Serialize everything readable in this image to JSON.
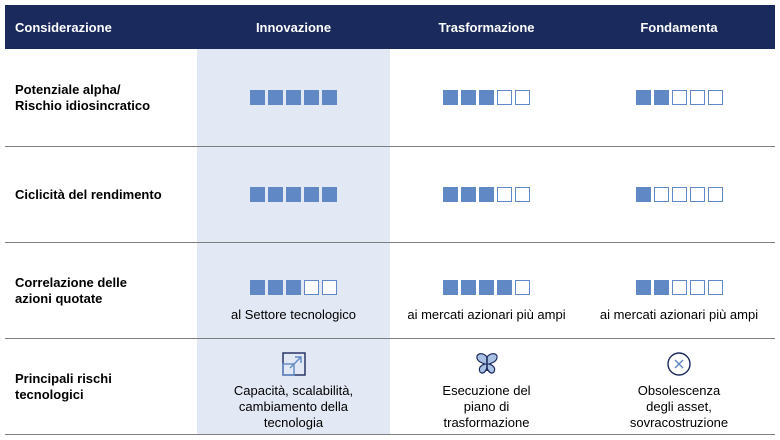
{
  "header": {
    "col0": "Considerazione",
    "col1": "Innovazione",
    "col2": "Trasformazione",
    "col3": "Fondamenta"
  },
  "rows": [
    {
      "label": "Potenziale alpha/\nRischio idiosincratico",
      "ratings": [
        5,
        3,
        2
      ],
      "max": 5
    },
    {
      "label": "Ciclicità del rendimento",
      "ratings": [
        5,
        3,
        1
      ],
      "max": 5
    },
    {
      "label": "Correlazione delle\nazioni quotate",
      "ratings": [
        3,
        4,
        2
      ],
      "max": 5,
      "notes": [
        "al Settore tecnologico",
        "ai mercati azionari più ampi",
        "ai mercati azionari più ampi"
      ]
    }
  ],
  "risks": {
    "label": "Principali rischi\ntecnologici",
    "items": [
      {
        "icon": "scale-up-icon",
        "text": "Capacità, scalabilità,\ncambiamento della\ntecnologia"
      },
      {
        "icon": "butterfly-icon",
        "text": "Esecuzione del\npiano di\ntrasformazione"
      },
      {
        "icon": "x-circle-icon",
        "text": "Obsolescenza\ndegli asset,\nsovracostruzione"
      }
    ]
  },
  "colors": {
    "header_bg": "#1b2a5c",
    "highlight_bg": "#e2e8f4",
    "square_fill": "#5f88c4"
  }
}
